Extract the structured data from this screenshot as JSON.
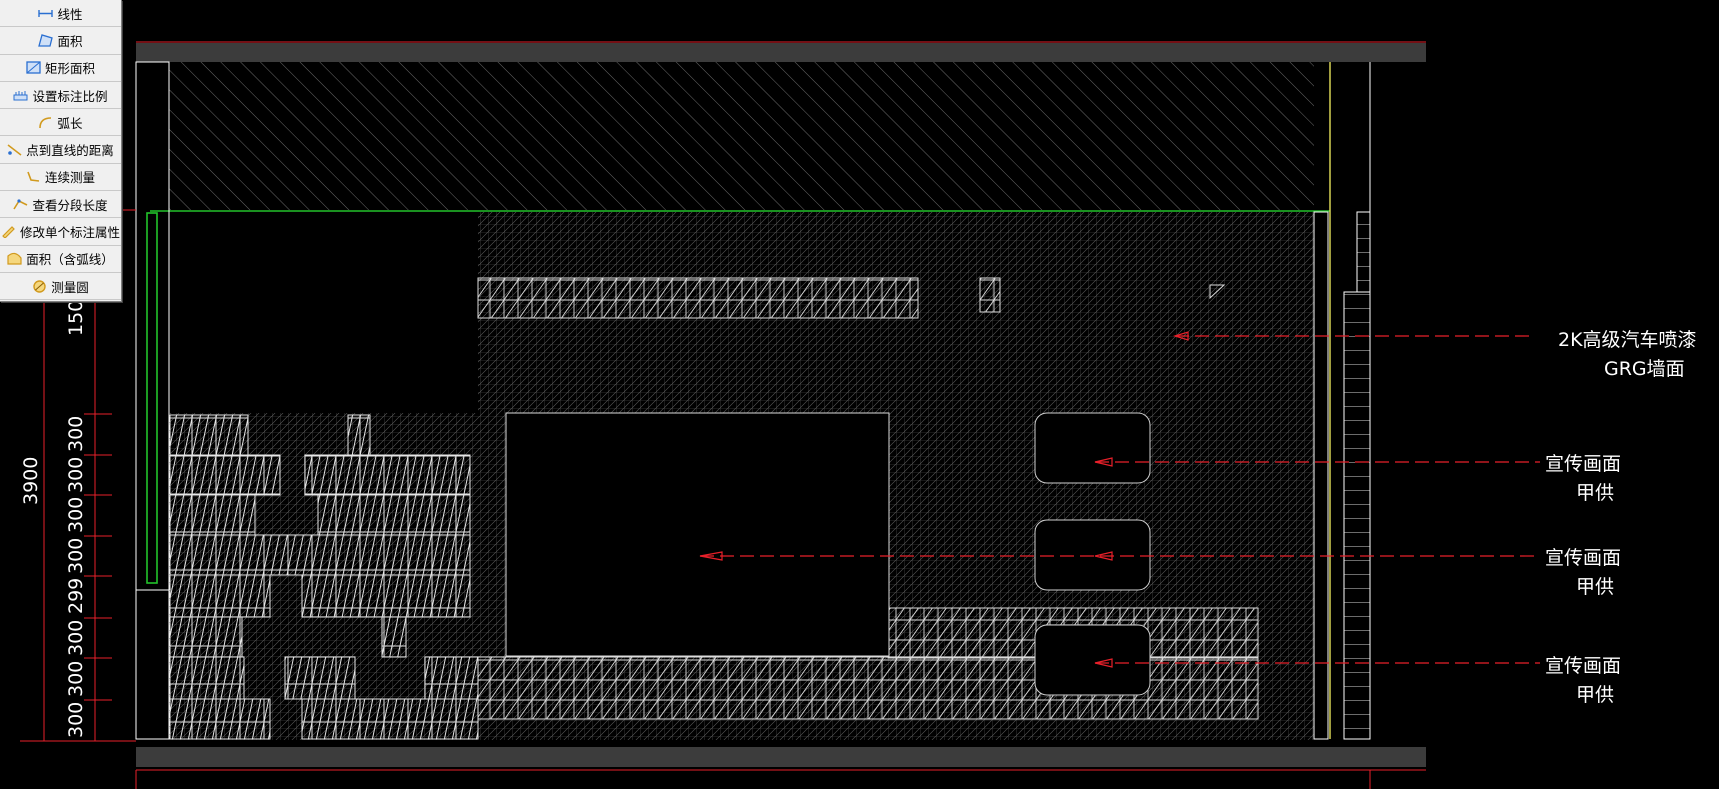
{
  "toolbar": {
    "items": [
      {
        "label": "线性",
        "icon": "linear-dimension-icon"
      },
      {
        "label": "面积",
        "icon": "area-icon"
      },
      {
        "label": "矩形面积",
        "icon": "rect-area-icon"
      },
      {
        "label": "设置标注比例",
        "icon": "annotation-scale-icon"
      },
      {
        "label": "弧长",
        "icon": "arc-length-icon"
      },
      {
        "label": "点到直线的距离",
        "icon": "point-line-distance-icon"
      },
      {
        "label": "连续测量",
        "icon": "continuous-measure-icon"
      },
      {
        "label": "查看分段长度",
        "icon": "segment-length-icon"
      },
      {
        "label": "修改单个标注属性",
        "icon": "edit-annotation-icon"
      },
      {
        "label": "面积（含弧线）",
        "icon": "arc-area-icon"
      },
      {
        "label": "测量圆",
        "icon": "measure-circle-icon"
      }
    ]
  },
  "dimensions": {
    "total": "3900",
    "top_segment": "150",
    "segments": [
      "300",
      "300",
      "300",
      "300",
      "299",
      "300",
      "300",
      "300"
    ]
  },
  "callouts": [
    {
      "line1": "2K高级汽车喷漆",
      "line2": "GRG墙面"
    },
    {
      "line1": "宣传画面",
      "line2": "甲供"
    },
    {
      "line1": "宣传画面",
      "line2": "甲供"
    },
    {
      "line1": "宣传画面",
      "line2": "甲供"
    }
  ],
  "colors": {
    "background": "#000000",
    "wall_lines": "#ffffff",
    "dimension_red": "#e8202a",
    "floor_green": "#22c32a",
    "yellow_line": "#e6e15a",
    "slab_gray": "#3c3c3c"
  }
}
